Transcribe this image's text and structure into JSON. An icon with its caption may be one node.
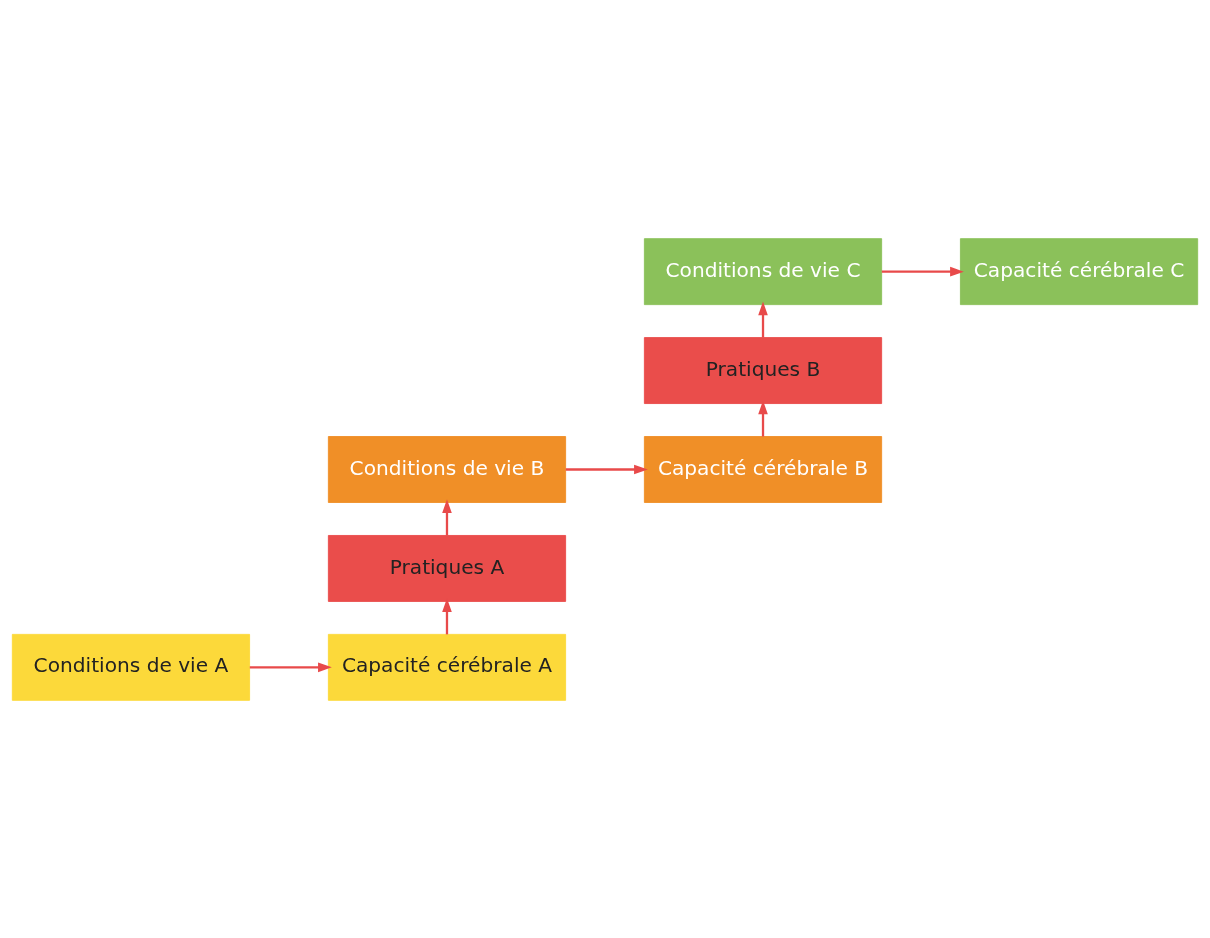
{
  "diagram": {
    "nodes": [
      {
        "text": [
          "Conditions de vie C"
        ]
      },
      {
        "text": [
          "Capacité cérébrale C"
        ]
      },
      {
        "text": [
          "Pratiques B"
        ]
      },
      {
        "text": [
          "Conditions de vie B"
        ]
      },
      {
        "text": [
          "Capacité cérébrale B"
        ]
      },
      {
        "text": [
          "Pratiques A"
        ]
      },
      {
        "text": [
          "Conditions de vie A"
        ]
      },
      {
        "text": [
          "Capacité cérébrale A"
        ]
      }
    ],
    "edges": [
      {
        "from": 0,
        "to": 1,
        "arrow": "to"
      },
      {
        "from": 2,
        "to": 0,
        "arrow": "to"
      },
      {
        "from": 4,
        "to": 2,
        "arrow": "to"
      },
      {
        "from": 3,
        "to": 4,
        "arrow": "to"
      },
      {
        "from": 5,
        "to": 3,
        "arrow": "to"
      },
      {
        "from": 7,
        "to": 5,
        "arrow": "to"
      },
      {
        "from": 6,
        "to": 7,
        "arrow": "to"
      }
    ]
  }
}
